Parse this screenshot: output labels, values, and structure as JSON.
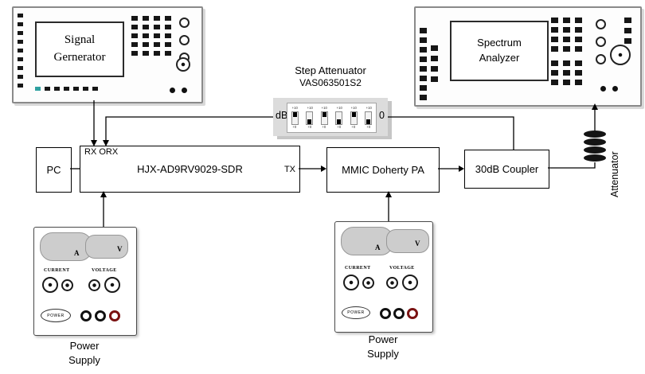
{
  "colors": {
    "line": "#000000",
    "box_border": "#000000",
    "instrument_border": "#8a8a8a",
    "accent_teal": "#2fa0a0",
    "jack_red": "#7a1212",
    "meter_gray": "#cdcdcd",
    "attenuator_panel_gray": "#dcdcdc"
  },
  "signal_generator": {
    "label_line1": "Signal",
    "label_line2": "Gernerator"
  },
  "spectrum_analyzer": {
    "label_line1": "Spectrum",
    "label_line2": "Analyzer"
  },
  "step_attenuator": {
    "title": "Step Attenuator",
    "model": "VAS063501S2",
    "left_label": "dB",
    "right_label": "0",
    "switch_top_label": "+10",
    "switch_bottom_label": "+0"
  },
  "pc": {
    "label": "PC"
  },
  "sdr": {
    "label": "HJX-AD9RV9029-SDR",
    "rx_label": "RX ORX",
    "tx_label": "TX"
  },
  "pa": {
    "label": "MMIC Doherty PA"
  },
  "coupler": {
    "label": "30dB Coupler"
  },
  "attenuator": {
    "label": "Attenuator"
  },
  "power_supply": {
    "meter_a": "A",
    "meter_v": "V",
    "current_label": "CURRENT",
    "voltage_label": "VOLTAGE",
    "power_label": "POWER",
    "caption_line1": "Power",
    "caption_line2": "Supply"
  }
}
